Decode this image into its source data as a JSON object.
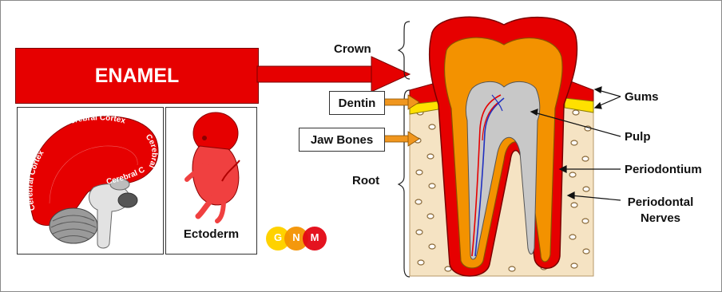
{
  "title": "ENAMEL",
  "brain_labels": [
    "Cerebral Cortex",
    "Cerebral Cortex",
    "Cerebral Cortex",
    "Cerebral Cortex"
  ],
  "embryo_label": "Ectoderm",
  "logo_letters": [
    "G",
    "N",
    "M"
  ],
  "tooth_labels": {
    "crown": "Crown",
    "dentin": "Dentin",
    "jaw_bones": "Jaw Bones",
    "root": "Root",
    "gums": "Gums",
    "pulp": "Pulp",
    "periodontium": "Periodontium",
    "periodontal_nerves": "Periodontal Nerves"
  },
  "colors": {
    "enamel_red": "#e60000",
    "dentin_orange": "#f39200",
    "pulp_gray": "#c8c8c8",
    "gums_yellow": "#ffe000",
    "bone_beige": "#f5e3c3",
    "arrow_orange": "#f0961e",
    "logo_yellow": "#ffd200",
    "logo_orange": "#f39200",
    "logo_red": "#e30613"
  }
}
